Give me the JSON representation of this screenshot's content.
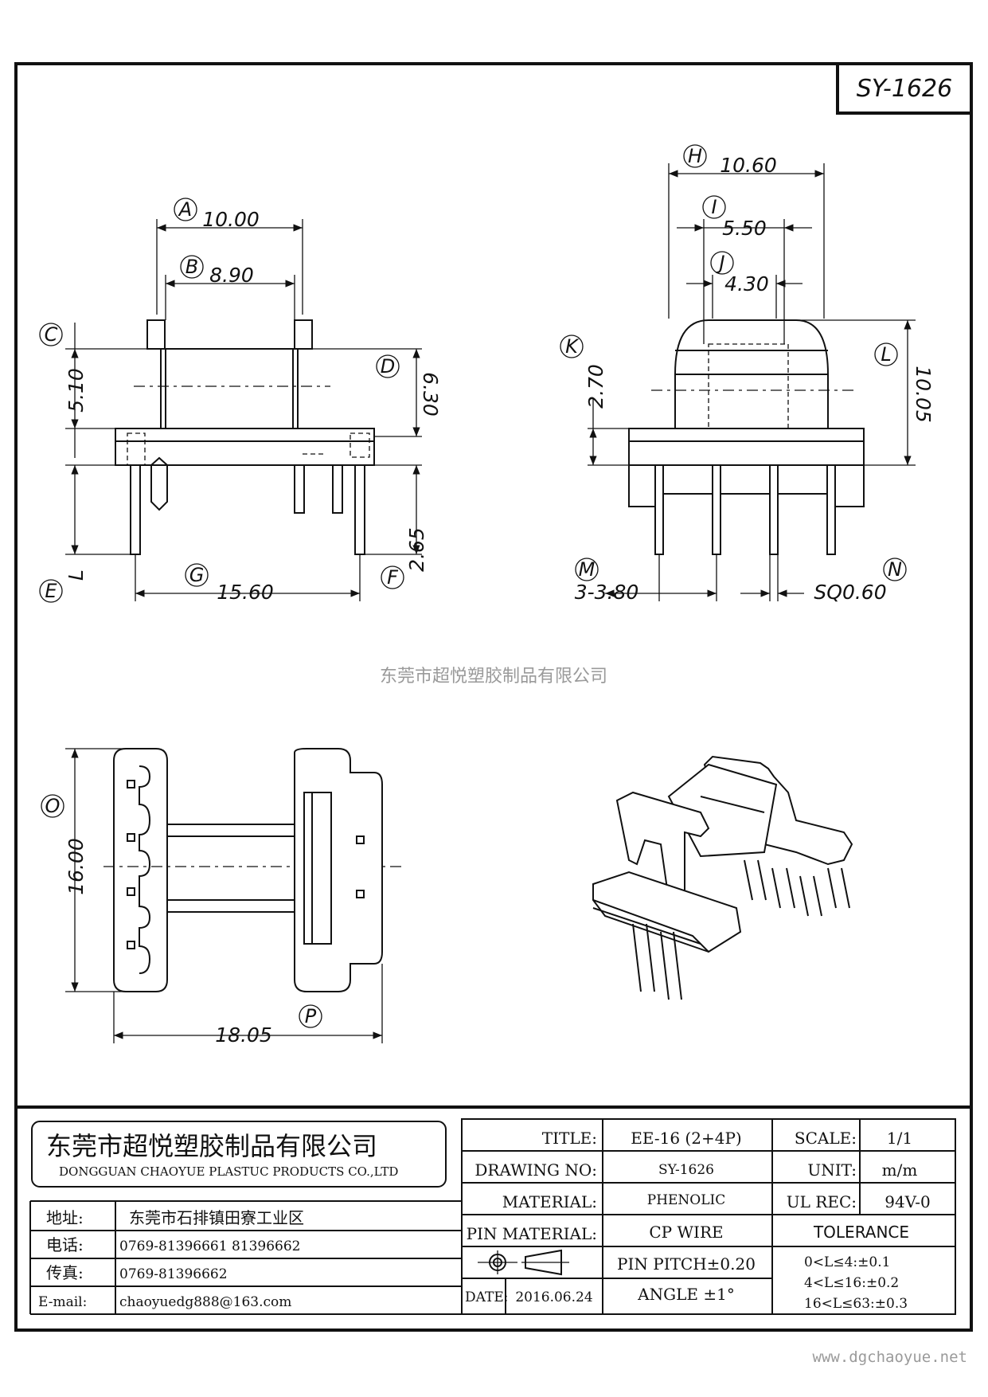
{
  "part_no": "SY-1626",
  "dimensions": {
    "A": {
      "label": "A",
      "value": "10.00"
    },
    "B": {
      "label": "B",
      "value": "8.90"
    },
    "C": {
      "label": "C",
      "value": "5.10"
    },
    "D": {
      "label": "D",
      "value": "6.30"
    },
    "E": {
      "label": "E",
      "value": "L"
    },
    "F": {
      "label": "F",
      "value": "2.65"
    },
    "G": {
      "label": "G",
      "value": "15.60"
    },
    "H": {
      "label": "H",
      "value": "10.60"
    },
    "I": {
      "label": "I",
      "value": "5.50"
    },
    "J": {
      "label": "J",
      "value": "4.30"
    },
    "K": {
      "label": "K",
      "value": "2.70"
    },
    "L": {
      "label": "L",
      "value": "10.05"
    },
    "M": {
      "label": "M",
      "value": "3-3.80"
    },
    "N": {
      "label": "N",
      "value": "SQ0.60"
    },
    "O": {
      "label": "O",
      "value": "16.00"
    },
    "P": {
      "label": "P",
      "value": "18.05"
    }
  },
  "watermark": "东莞市超悦塑胶制品有限公司",
  "title_block": {
    "company_cn": "东莞市超悦塑胶制品有限公司",
    "company_en": "DONGGUAN CHAOYUE PLASTUC PRODUCTS CO.,LTD",
    "address_label": "地址:",
    "address": "东莞市石排镇田寮工业区",
    "tel_label": "电话:",
    "tel": "0769-81396661   81396662",
    "fax_label": "传真:",
    "fax": "0769-81396662",
    "email_label": "E-mail:",
    "email": "chaoyuedg888@163.com",
    "title_label": "TITLE:",
    "title": "EE-16 (2+4P)",
    "drawing_no_label": "DRAWING NO:",
    "drawing_no": "SY-1626",
    "material_label": "MATERIAL:",
    "material": "PHENOLIC",
    "pin_material_label": "PIN MATERIAL:",
    "pin_material": "CP WIRE",
    "pin_pitch": "PIN PITCH±0.20",
    "date_label": "DATE:",
    "date": "2016.06.24",
    "angle": "ANGLE  ±1°",
    "scale_label": "SCALE:",
    "scale": "1/1",
    "unit_label": "UNIT:",
    "unit": "m/m",
    "ul_rec_label": "UL REC:",
    "ul_rec": "94V-0",
    "tolerance_label": "TOLERANCE",
    "tolerances": [
      "0<L≤4:±0.1",
      "4<L≤16:±0.2",
      "16<L≤63:±0.3"
    ]
  },
  "website": "www.dgchaoyue.net"
}
